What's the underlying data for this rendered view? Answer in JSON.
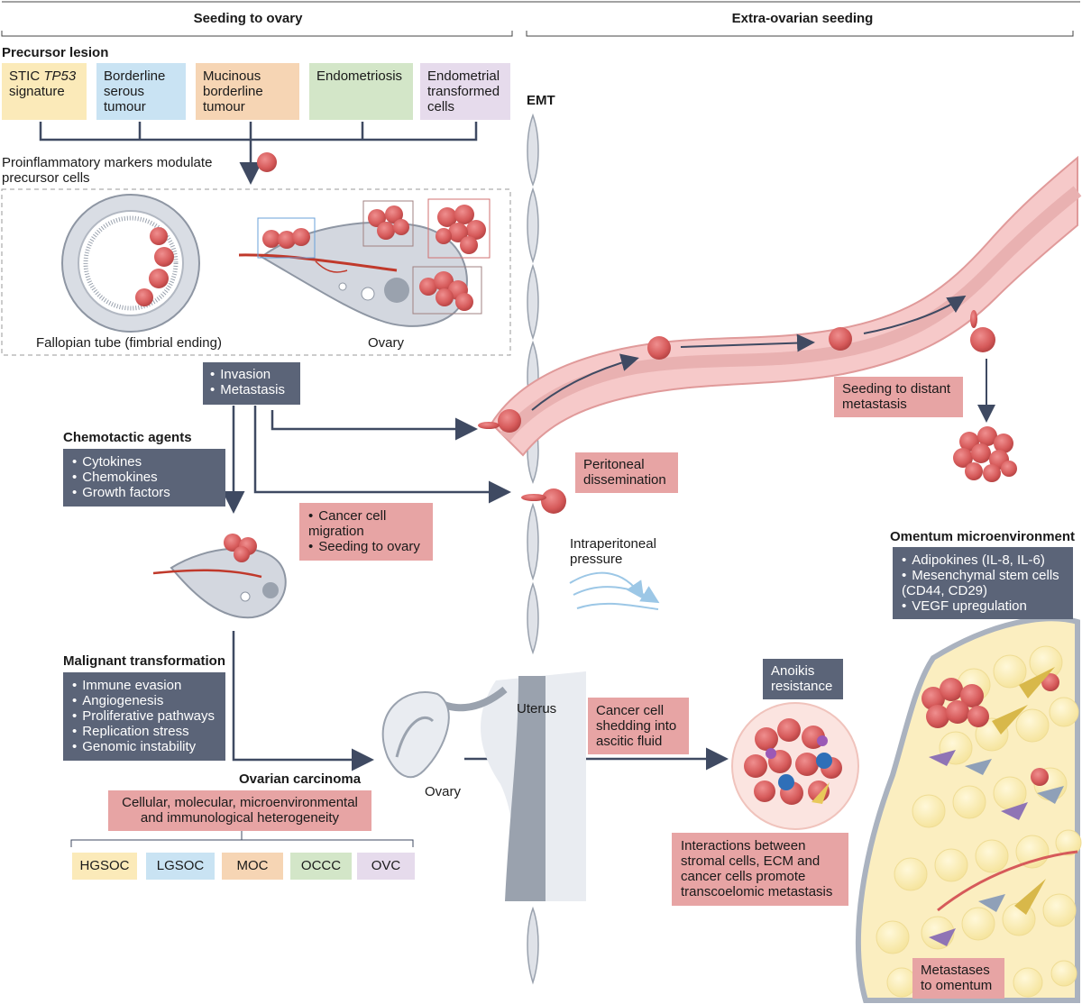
{
  "headers": {
    "left": "Seeding to ovary",
    "right": "Extra-ovarian seeding"
  },
  "precursor": {
    "title": "Precursor lesion",
    "boxes": [
      {
        "pre": "STIC ",
        "italic": "TP53",
        "post": " signature"
      },
      {
        "text": "Borderline serous tumour"
      },
      {
        "text": "Mucinous borderline tumour"
      },
      {
        "text": "Endometriosis"
      },
      {
        "text": "Endometrial transformed cells"
      }
    ],
    "note": "Proinflammatory markers modulate precursor cells"
  },
  "panel_labels": {
    "tube": "Fallopian tube (fimbrial ending)",
    "ovary": "Ovary"
  },
  "emt": "EMT",
  "invasion": [
    "Invasion",
    "Metastasis"
  ],
  "chemotactic": {
    "title": "Chemotactic agents",
    "items": [
      "Cytokines",
      "Chemokines",
      "Growth factors"
    ]
  },
  "migration": [
    "Cancer cell migration",
    "Seeding to ovary"
  ],
  "malignant": {
    "title": "Malignant transformation",
    "items": [
      "Immune evasion",
      "Angiogenesis",
      "Proliferative pathways",
      "Replication stress",
      "Genomic instability"
    ]
  },
  "carcinoma": {
    "title": "Ovarian carcinoma",
    "heterogeneity": "Cellular, molecular, microenvironmental and immunological heterogeneity",
    "subtypes": [
      "HGSOC",
      "LGSOC",
      "MOC",
      "OCCC",
      "OVC"
    ]
  },
  "peritoneal": "Peritoneal dissemination",
  "distant": "Seeding to distant metastasis",
  "pressure": "Intraperitoneal pressure",
  "omentum_env": {
    "title": "Omentum microenvironment",
    "items": [
      "Adipokines (IL-8, IL-6)",
      "Mesenchymal stem cells (CD44, CD29)",
      "VEGF upregulation"
    ]
  },
  "anoikis": "Anoikis resistance",
  "uterus": "Uterus",
  "ovary_small": "Ovary",
  "shedding": "Cancer cell shedding into ascitic fluid",
  "interactions": "Interactions between stromal cells, ECM and cancer cells promote transcoelomic metastasis",
  "metastases": "Metastases to omentum",
  "colors": {
    "dark_box": "#5b6478",
    "pink_box": "#e7a4a4",
    "vessel": "#f3b5b5",
    "tumour": "#d65a5a",
    "arrow": "#3f4a62"
  }
}
